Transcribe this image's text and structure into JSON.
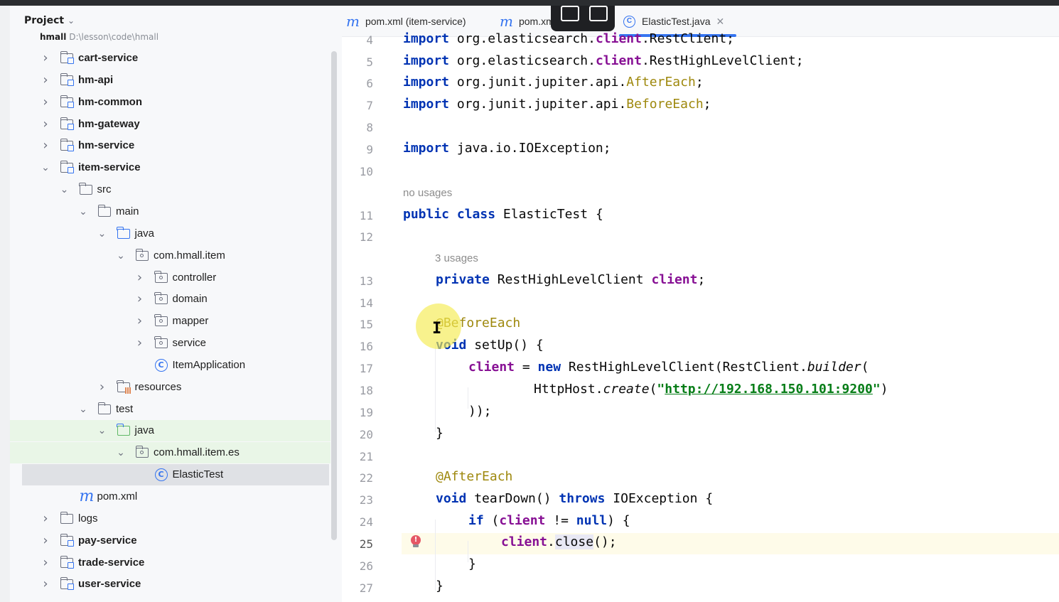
{
  "project_panel": {
    "title": "Project",
    "root": {
      "name": "hmall",
      "path": "D:\\lesson\\code\\hmall"
    },
    "tree": [
      {
        "label": "cart-service",
        "kind": "module",
        "bold": true
      },
      {
        "label": "hm-api",
        "kind": "module",
        "bold": true
      },
      {
        "label": "hm-common",
        "kind": "module",
        "bold": true
      },
      {
        "label": "hm-gateway",
        "kind": "module",
        "bold": true
      },
      {
        "label": "hm-service",
        "kind": "module",
        "bold": true
      },
      {
        "label": "item-service",
        "kind": "module",
        "bold": true
      },
      {
        "label": "src",
        "kind": "folder"
      },
      {
        "label": "main",
        "kind": "folder"
      },
      {
        "label": "java",
        "kind": "source-folder"
      },
      {
        "label": "com.hmall.item",
        "kind": "package"
      },
      {
        "label": "controller",
        "kind": "package"
      },
      {
        "label": "domain",
        "kind": "package"
      },
      {
        "label": "mapper",
        "kind": "package"
      },
      {
        "label": "service",
        "kind": "package"
      },
      {
        "label": "ItemApplication",
        "kind": "spring-class"
      },
      {
        "label": "resources",
        "kind": "resources"
      },
      {
        "label": "test",
        "kind": "folder"
      },
      {
        "label": "java",
        "kind": "test-source-folder"
      },
      {
        "label": "com.hmall.item.es",
        "kind": "package"
      },
      {
        "label": "ElasticTest",
        "kind": "class"
      },
      {
        "label": "pom.xml",
        "kind": "maven"
      },
      {
        "label": "logs",
        "kind": "folder"
      },
      {
        "label": "pay-service",
        "kind": "module",
        "bold": true
      },
      {
        "label": "trade-service",
        "kind": "module",
        "bold": true
      },
      {
        "label": "user-service",
        "kind": "module",
        "bold": true
      }
    ]
  },
  "tabs": [
    {
      "label": "pom.xml (item-service)",
      "icon": "maven-icon"
    },
    {
      "label": "pom.xml (hmall)",
      "icon": "maven-icon"
    },
    {
      "label": "ElasticTest.java",
      "icon": "class-icon",
      "active": true
    }
  ],
  "editor": {
    "lines": {
      "4": "import org.elasticsearch.client.RestClient;",
      "5": "import org.elasticsearch.client.RestHighLevelClient;",
      "6": "import org.junit.jupiter.api.AfterEach;",
      "7": "import org.junit.jupiter.api.BeforeEach;",
      "9": "import java.io.IOException;",
      "11": "public class ElasticTest {",
      "13": "private RestHighLevelClient client;",
      "15": "@BeforeEach",
      "16": "void setUp() {",
      "17": "client = new RestHighLevelClient(RestClient.builder(",
      "18": "HttpHost.create(\"http://192.168.150.101:9200\")",
      "19": "));",
      "20": "}",
      "22": "@AfterEach",
      "23": "void tearDown() throws IOException {",
      "24": "if (client != null) {",
      "25": "client.close();",
      "26": "}",
      "27": "}"
    },
    "line_numbers": [
      "4",
      "5",
      "6",
      "7",
      "8",
      "9",
      "10",
      "11",
      "12",
      "13",
      "14",
      "15",
      "16",
      "17",
      "18",
      "19",
      "20",
      "21",
      "22",
      "23",
      "24",
      "25",
      "26",
      "27"
    ],
    "hints": {
      "class_usage": "no usages",
      "field_usage": "3 usages"
    },
    "current_line": "25",
    "colors": {
      "keyword": "#0033b3",
      "field": "#871094",
      "annotation": "#9e880d",
      "string": "#067d17",
      "accent": "#3574f0"
    }
  }
}
